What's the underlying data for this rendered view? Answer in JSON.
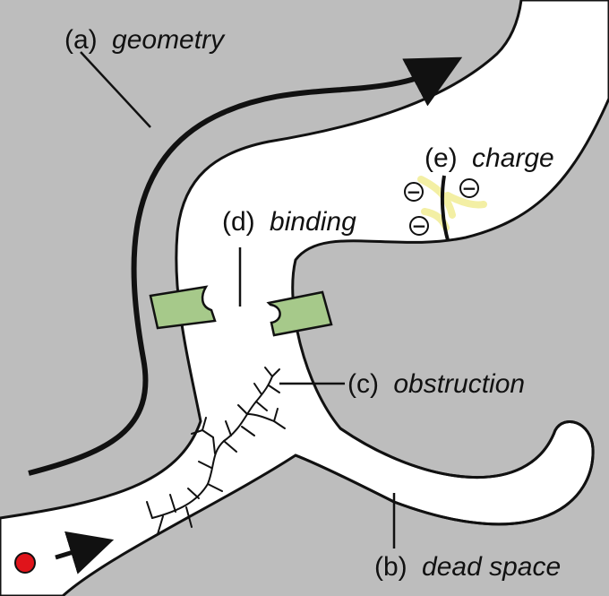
{
  "labels": {
    "geometry": {
      "prefix": "(a)",
      "term": "geometry"
    },
    "dead_space": {
      "prefix": "(b)",
      "term": "dead space"
    },
    "obstruction": {
      "prefix": "(c)",
      "term": "obstruction"
    },
    "binding": {
      "prefix": "(d)",
      "term": "binding"
    },
    "charge": {
      "prefix": "(e)",
      "term": "charge"
    }
  },
  "ions": {
    "symbol": "−"
  },
  "colors": {
    "background": "#bdbdbd",
    "channel": "#ffffff",
    "outline": "#111111",
    "binding_site": "#a6c98a",
    "charge_strand": "#f3efa4",
    "particle": "#e0141b"
  }
}
